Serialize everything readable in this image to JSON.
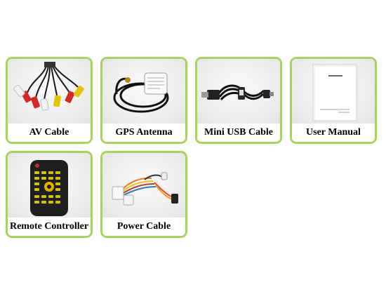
{
  "accent_color": "#a8d45a",
  "items": [
    {
      "label": "AV Cable",
      "image": "av-cable-photo"
    },
    {
      "label": "GPS Antenna",
      "image": "gps-antenna-photo"
    },
    {
      "label": "Mini USB Cable",
      "image": "mini-usb-cable-photo"
    },
    {
      "label": "User Manual",
      "image": "user-manual-photo"
    },
    {
      "label": "Remote Controller",
      "image": "remote-controller-photo"
    },
    {
      "label": "Power Cable",
      "image": "power-cable-photo"
    }
  ]
}
